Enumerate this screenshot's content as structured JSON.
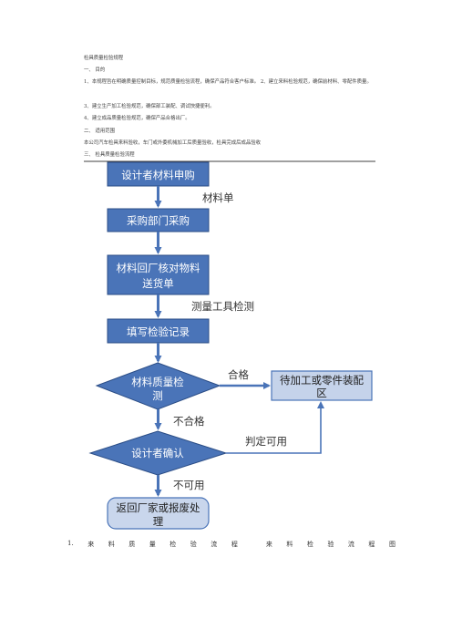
{
  "doc": {
    "title": "检具质量检验规程",
    "sec1_head": "一、  目的",
    "item1": "1、本规程旨在明确质量控制目标，规范质量检验流程，确保产品符合客户标准。  2、建立来料检验规范，确保前材料、零配件质量。",
    "item3": "3、建立生产加工检验规范，确保部工装配、调试快捷便利。",
    "item4": "4、建立成品质量检验规范，确保产品合格出厂。",
    "sec2_head": "二、  适用范围",
    "scope": "本公司汽车检具来料验收，车门或外委机械加工后质量验收，检具完成后成品验收",
    "sec3_head": "三、  检具质量检验流程"
  },
  "flowchart": {
    "node_apply": "设计者材料申购",
    "label_list": "材料单",
    "node_purchase": "采购部门采购",
    "node_check1": "材料回厂核对物料",
    "node_check2": "送货单",
    "label_tools": "测量工具检测",
    "node_record": "填写检验记录",
    "node_inspect1": "材料质量检",
    "node_inspect2": "测",
    "label_pass": "合格",
    "node_assembly1": "待加工或零件装配",
    "node_assembly2": "区",
    "label_fail": "不合格",
    "node_confirm": "设计者确认",
    "label_usable": "判定可用",
    "label_unusable": "不可用",
    "node_return1": "返回厂家或报废处",
    "node_return2": "理"
  },
  "footer": {
    "chars": [
      "1.",
      "来",
      "料",
      "质",
      "量",
      "检",
      "验",
      "流",
      "程",
      "",
      "来",
      "料",
      "检",
      "验",
      "流",
      "程",
      "图"
    ]
  },
  "colors": {
    "box_fill": "#4a74b8",
    "box_stroke": "#2b4d86",
    "arrow": "#4a74b8",
    "assembly_fill": "#c5d3ea",
    "assembly_stroke": "#4a74b8",
    "return_fill": "#c9d6ec"
  }
}
